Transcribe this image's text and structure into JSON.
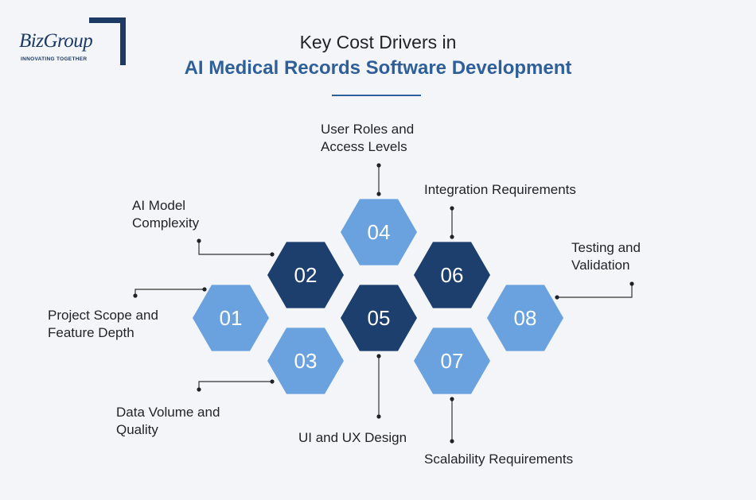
{
  "logo": {
    "word": "BizGroup",
    "tagline": "INNOVATING TOGETHER"
  },
  "title": {
    "line1": "Key Cost Drivers in",
    "line2": "AI Medical Records Software Development"
  },
  "colors": {
    "dark": "#1c3f6e",
    "light": "#6aa2e0",
    "accent": "#2e5f99",
    "line": "#333333"
  },
  "hexagons": [
    {
      "number": "01",
      "shade": "light"
    },
    {
      "number": "02",
      "shade": "dark"
    },
    {
      "number": "03",
      "shade": "light"
    },
    {
      "number": "04",
      "shade": "light"
    },
    {
      "number": "05",
      "shade": "dark"
    },
    {
      "number": "06",
      "shade": "dark"
    },
    {
      "number": "07",
      "shade": "light"
    },
    {
      "number": "08",
      "shade": "light"
    }
  ],
  "labels": [
    {
      "number": "01",
      "text": "Project Scope and\nFeature Depth"
    },
    {
      "number": "02",
      "text": "AI Model\nComplexity"
    },
    {
      "number": "03",
      "text": "Data Volume and\nQuality"
    },
    {
      "number": "04",
      "text": "User Roles and\nAccess Levels"
    },
    {
      "number": "05",
      "text": "UI and UX Design"
    },
    {
      "number": "06",
      "text": "Integration Requirements"
    },
    {
      "number": "07",
      "text": "Scalability Requirements"
    },
    {
      "number": "08",
      "text": "Testing and\nValidation"
    }
  ]
}
